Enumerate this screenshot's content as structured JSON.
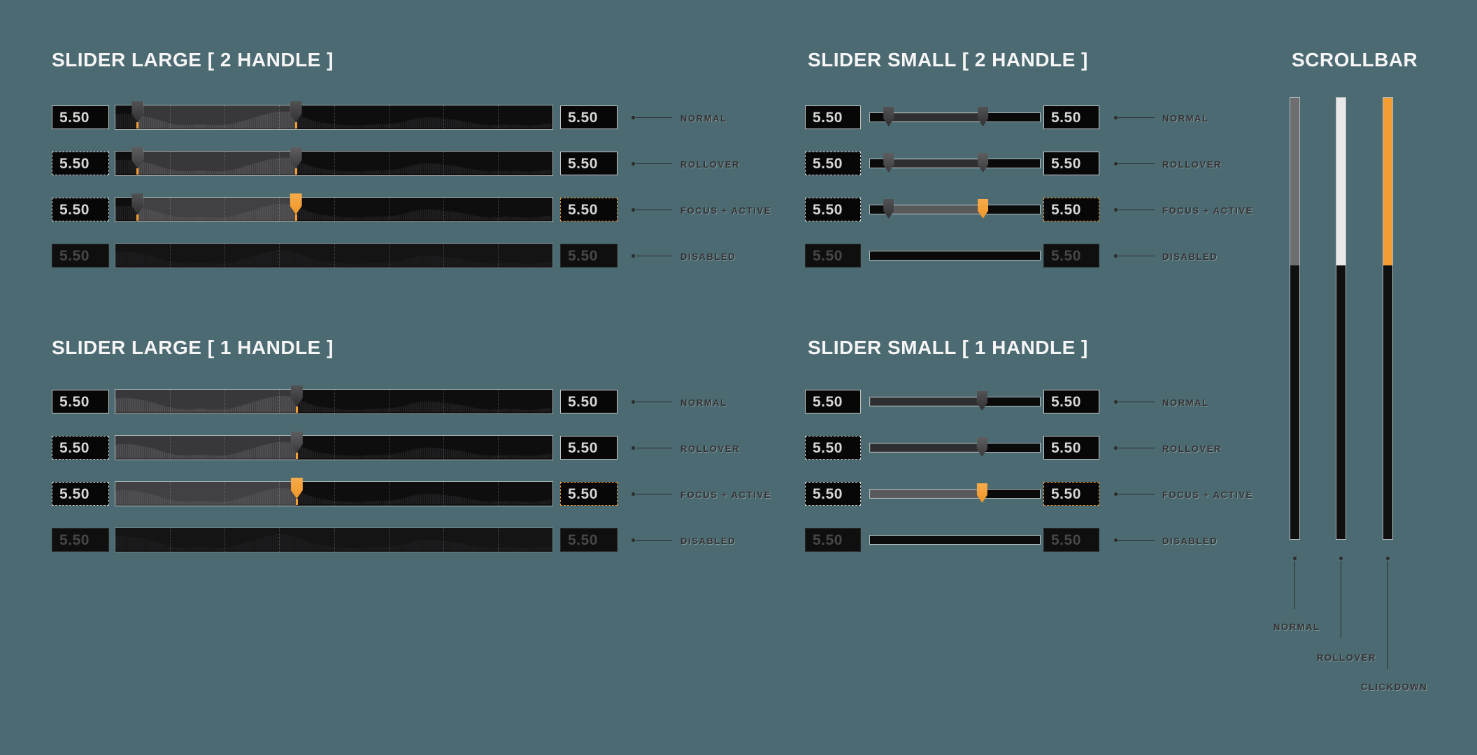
{
  "value_display": "5.50",
  "sections": [
    {
      "id": "slider-large-2-handle",
      "title": "SLIDER LARGE [ 2 HANDLE ]"
    },
    {
      "id": "slider-small-2-handle",
      "title": "SLIDER SMALL [ 2 HANDLE ]"
    },
    {
      "id": "slider-large-1-handle",
      "title": "SLIDER LARGE [ 1 HANDLE ]"
    },
    {
      "id": "slider-small-1-handle",
      "title": "SLIDER SMALL [ 1 HANDLE ]"
    },
    {
      "id": "scrollbar",
      "title": "SCROLLBAR"
    }
  ],
  "slider_states": [
    "NORMAL",
    "ROLLOVER",
    "FOCUS + ACTIVE",
    "DISABLED"
  ],
  "scrollbar_states": [
    "NORMAL",
    "ROLLOVER",
    "CLICKDOWN"
  ],
  "colors": {
    "background": "#4C6A72",
    "accent": "#F49D33",
    "track_black": "#0E0E0E",
    "title_white": "#F5F5F5",
    "annotation_dark": "#323232",
    "scrollbar_normal_thumb": "#6E6E70",
    "scrollbar_rollover_thumb": "#E9E9E9",
    "scrollbar_clickdown_thumb": "#F49D33"
  }
}
